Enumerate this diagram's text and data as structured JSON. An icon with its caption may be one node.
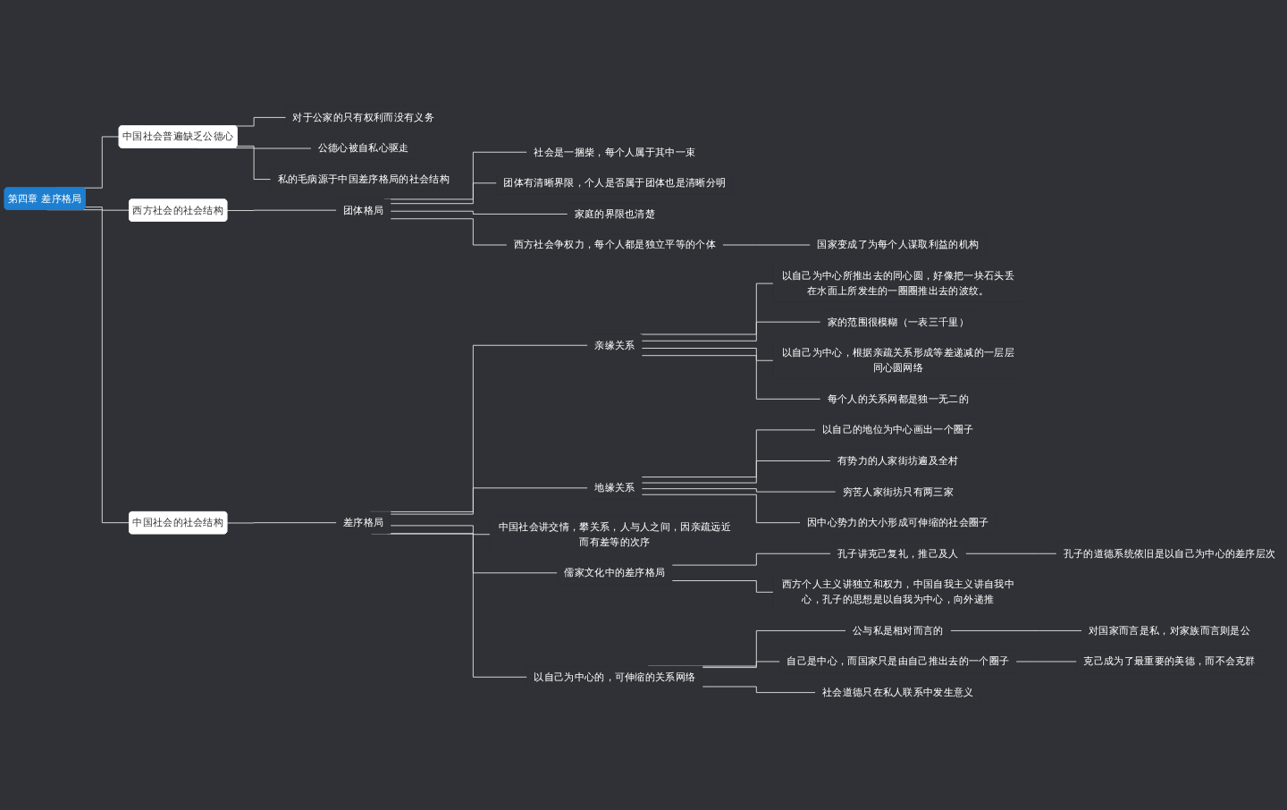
{
  "diagram": {
    "nodes": [
      {
        "text": [
          "第四章 差序格局"
        ]
      },
      {
        "text": [
          "中国社会普遍缺乏公德心"
        ]
      },
      {
        "text": [
          "对于公家的只有权利而没有义务"
        ]
      },
      {
        "text": [
          "公德心被自私心驱走"
        ]
      },
      {
        "text": [
          "私的毛病源于中国差序格局的社会结构"
        ]
      },
      {
        "text": [
          "西方社会的社会结构"
        ]
      },
      {
        "text": [
          "团体格局"
        ]
      },
      {
        "text": [
          "社会是一捆柴，每个人属于其中一束"
        ]
      },
      {
        "text": [
          "团体有清晰界限，个人是否属于团体也是清晰分明"
        ]
      },
      {
        "text": [
          "家庭的界限也清楚"
        ]
      },
      {
        "text": [
          "西方社会争权力，每个人都是独立平等的个体"
        ]
      },
      {
        "text": [
          "国家变成了为每个人谋取利益的机构"
        ]
      },
      {
        "text": [
          "中国社会的社会结构"
        ]
      },
      {
        "text": [
          "差序格局"
        ]
      },
      {
        "text": [
          "亲缘关系"
        ]
      },
      {
        "text": [
          "以自己为中心所推出去的同心圆，好像把一块石头丢在水面上所发生的一圈圈推出去的波纹。"
        ]
      },
      {
        "text": [
          "家的范围很模糊（一表三千里）"
        ]
      },
      {
        "text": [
          "以自己为中心，根据亲疏关系形成等差递减的一层层同心圆网络"
        ]
      },
      {
        "text": [
          "每个人的关系网都是独一无二的"
        ]
      },
      {
        "text": [
          "地缘关系"
        ]
      },
      {
        "text": [
          "以自己的地位为中心画出一个圈子"
        ]
      },
      {
        "text": [
          "有势力的人家街坊遍及全村"
        ]
      },
      {
        "text": [
          "穷苦人家街坊只有两三家"
        ]
      },
      {
        "text": [
          "因中心势力的大小形成可伸缩的社会圈子"
        ]
      },
      {
        "text": [
          "中国社会讲交情，攀关系，人与人之间，因亲疏远近而有差等的次序"
        ]
      },
      {
        "text": [
          "儒家文化中的差序格局"
        ]
      },
      {
        "text": [
          "孔子讲克己复礼，推己及人"
        ]
      },
      {
        "text": [
          "孔子的道德系统依旧是以自己为中心的差序层次"
        ]
      },
      {
        "text": [
          "西方个人主义讲独立和权力，中国自我主义讲自我中心，孔子的思想是以自我为中心，向外递推"
        ]
      },
      {
        "text": [
          "以自己为中心的，可伸缩的关系网络"
        ]
      },
      {
        "text": [
          "公与私是相对而言的"
        ]
      },
      {
        "text": [
          "对国家而言是私，对家族而言则是公"
        ]
      },
      {
        "text": [
          "自己是中心，而国家只是由自己推出去的一个圈子"
        ]
      },
      {
        "text": [
          "克己成为了最重要的美德，而不会克群"
        ]
      },
      {
        "text": [
          "社会道德只在私人联系中发生意义"
        ]
      }
    ],
    "edges": [
      {
        "from": 0,
        "to": 1,
        "arrow": "none"
      },
      {
        "from": 1,
        "to": 2,
        "arrow": "none"
      },
      {
        "from": 1,
        "to": 3,
        "arrow": "none"
      },
      {
        "from": 1,
        "to": 4,
        "arrow": "none"
      },
      {
        "from": 0,
        "to": 5,
        "arrow": "none"
      },
      {
        "from": 5,
        "to": 6,
        "arrow": "none"
      },
      {
        "from": 6,
        "to": 7,
        "arrow": "none"
      },
      {
        "from": 6,
        "to": 8,
        "arrow": "none"
      },
      {
        "from": 6,
        "to": 9,
        "arrow": "none"
      },
      {
        "from": 6,
        "to": 10,
        "arrow": "none"
      },
      {
        "from": 10,
        "to": 11,
        "arrow": "none"
      },
      {
        "from": 0,
        "to": 12,
        "arrow": "none"
      },
      {
        "from": 12,
        "to": 13,
        "arrow": "none"
      },
      {
        "from": 13,
        "to": 14,
        "arrow": "none"
      },
      {
        "from": 14,
        "to": 15,
        "arrow": "none"
      },
      {
        "from": 14,
        "to": 16,
        "arrow": "none"
      },
      {
        "from": 14,
        "to": 17,
        "arrow": "none"
      },
      {
        "from": 14,
        "to": 18,
        "arrow": "none"
      },
      {
        "from": 13,
        "to": 19,
        "arrow": "none"
      },
      {
        "from": 19,
        "to": 20,
        "arrow": "none"
      },
      {
        "from": 19,
        "to": 21,
        "arrow": "none"
      },
      {
        "from": 19,
        "to": 22,
        "arrow": "none"
      },
      {
        "from": 19,
        "to": 23,
        "arrow": "none"
      },
      {
        "from": 13,
        "to": 24,
        "arrow": "none"
      },
      {
        "from": 13,
        "to": 25,
        "arrow": "none"
      },
      {
        "from": 25,
        "to": 26,
        "arrow": "none"
      },
      {
        "from": 26,
        "to": 27,
        "arrow": "none"
      },
      {
        "from": 25,
        "to": 28,
        "arrow": "none"
      },
      {
        "from": 13,
        "to": 29,
        "arrow": "none"
      },
      {
        "from": 29,
        "to": 30,
        "arrow": "none"
      },
      {
        "from": 30,
        "to": 31,
        "arrow": "none"
      },
      {
        "from": 29,
        "to": 32,
        "arrow": "none"
      },
      {
        "from": 32,
        "to": 33,
        "arrow": "none"
      },
      {
        "from": 29,
        "to": 34,
        "arrow": "none"
      }
    ]
  }
}
